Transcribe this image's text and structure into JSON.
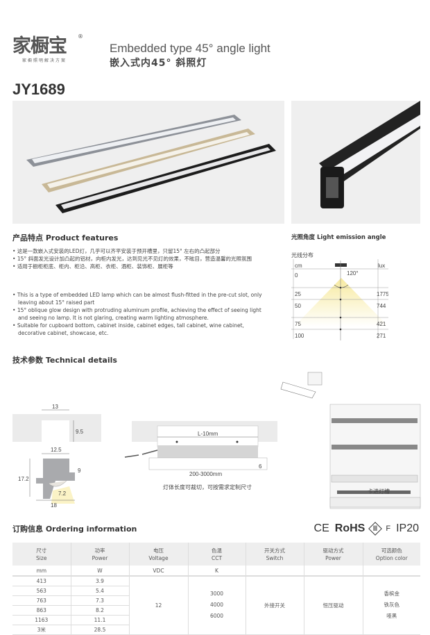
{
  "brand": {
    "logo_text": "家橱宝",
    "registered": "®",
    "tagline": "家橱照明解决方案"
  },
  "header": {
    "title_en": "Embedded type 45°  angle light",
    "title_cn": "嵌入式内45° 斜照灯",
    "model": "JY1689"
  },
  "features": {
    "heading": "产品特点  Product features",
    "cn": [
      "这是一款嵌入式安装的LED灯，几乎可以齐平安装于预开槽里，只留15° 左右的凸起部分",
      "15° 斜面发光设计加凸起的铝材，向柜内发光，达到见光不见灯的效果，不眩目，营造温馨的光照氛围",
      "适用于橱柜柜底、柜内、柜沿、高柜、衣柜、酒柜、装饰柜、展柜等"
    ],
    "en": [
      "This is a type of embedded LED lamp which can be almost flush-fitted in the pre-cut slot, only leaving about 15° raised part",
      "15°  oblique glow design with protruding aluminum profile, achieving the effect of seeing light and seeing no lamp. It is not glaring, creating warm lighting atmosphere.",
      "Suitable for cupboard bottom, cabinet inside, cabinet edges, tall cabinet, wine cabinet, decorative cabinet, showcase, etc."
    ]
  },
  "light": {
    "heading": "光照角度  Light emission angle",
    "subtitle": "光线分布",
    "angle": "120°",
    "left_unit": "cm",
    "right_unit": "lux",
    "rows": [
      {
        "cm": "0",
        "lux": ""
      },
      {
        "cm": "25",
        "lux": "1775"
      },
      {
        "cm": "50",
        "lux": "744"
      },
      {
        "cm": "75",
        "lux": "421"
      },
      {
        "cm": "100",
        "lux": "271"
      }
    ],
    "beam_color": "#f7eaa0"
  },
  "tech": {
    "heading": "技术参数  Technical details",
    "slot_width": "13",
    "slot_depth": "9.5",
    "profile_top": "12.5",
    "profile_height": "17.2",
    "profile_upper": "9",
    "profile_bottom": "18",
    "profile_led": "7.2",
    "length_inner": "L-10mm",
    "length_total": "200-3000mm",
    "end_gap": "6",
    "note": "灯体长度可裁切，可按需求定制尺寸",
    "install_label": "卡进灯槽"
  },
  "ordering": {
    "heading": "订购信息  Ordering information",
    "certs": [
      "CE",
      "RoHS",
      "Ⅲ",
      "F",
      "IP20"
    ],
    "headers": [
      [
        "尺寸",
        "Size"
      ],
      [
        "功率",
        "Power"
      ],
      [
        "电压",
        "Voltage"
      ],
      [
        "色温",
        "CCT"
      ],
      [
        "开关方式",
        "Switch"
      ],
      [
        "驱动方式",
        "Power"
      ],
      [
        "可选颜色",
        "Option color"
      ]
    ],
    "units": [
      "mm",
      "W",
      "VDC",
      "K",
      "",
      "",
      ""
    ],
    "sizes": [
      "413",
      "563",
      "763",
      "863",
      "1163",
      "3米"
    ],
    "powers": [
      "3.9",
      "5.4",
      "7.3",
      "8.2",
      "11.1",
      "28.5"
    ],
    "voltage": "12",
    "cct": [
      "3000",
      "4000",
      "6000"
    ],
    "switch": "外接开关",
    "driver": "恒压驱动",
    "colors": [
      "香槟金",
      "铁灰色",
      "哑黑"
    ]
  }
}
